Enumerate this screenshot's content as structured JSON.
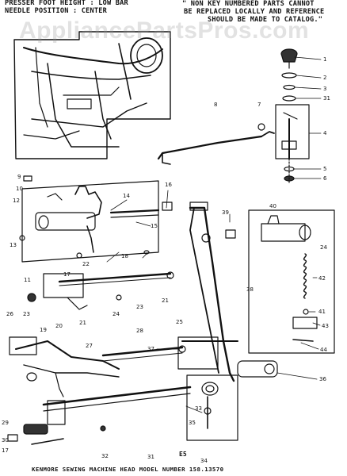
{
  "header": {
    "left_line1": "PRESSER FOOT HEIGHT : LOW BAR",
    "left_line2": "NEEDLE POSITION : CENTER",
    "right_line1": "\" NON KEY NUMBERED PARTS CANNOT",
    "right_line2": "BE REPLACED LOCALLY AND REFERENCE",
    "right_line3": "SHOULD BE MADE TO CATALOG.\""
  },
  "watermark": "AppliancePartsPros.com",
  "diagram_code": "E5",
  "footer": "KENMORE SEWING MACHINE HEAD MODEL NUMBER 158.13570",
  "callouts": [
    "1",
    "2",
    "3",
    "31",
    "4",
    "5",
    "6",
    "7",
    "8",
    "9",
    "10",
    "12",
    "14",
    "15",
    "16",
    "13",
    "11",
    "17",
    "22",
    "18",
    "23",
    "26",
    "19",
    "20",
    "21",
    "24",
    "25",
    "27",
    "28",
    "29",
    "30",
    "32",
    "33",
    "34",
    "35",
    "36",
    "37",
    "38",
    "39",
    "40",
    "41",
    "42",
    "43",
    "44"
  ],
  "colors": {
    "ink": "#111111",
    "paper": "#ffffff",
    "watermark": "#969696"
  }
}
